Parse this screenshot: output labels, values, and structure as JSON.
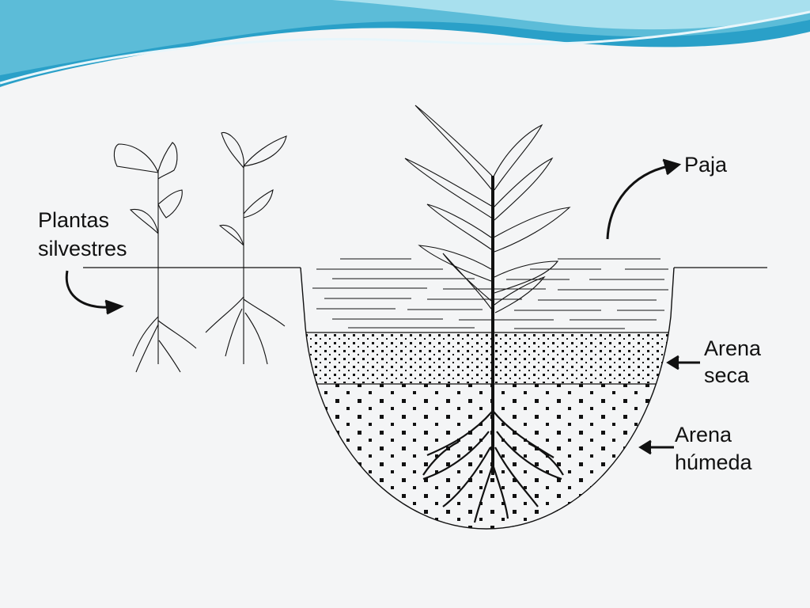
{
  "labels": {
    "plantas_line1": "Plantas",
    "plantas_line2": "silvestres",
    "paja": "Paja",
    "arena_seca_line1": "Arena",
    "arena_seca_line2": "seca",
    "arena_humeda_line1": "Arena",
    "arena_humeda_line2": "húmeda"
  },
  "colors": {
    "background": "#f4f5f6",
    "wave_dark": "#2aa0c8",
    "wave_light": "#8ad4e6",
    "ink": "#111111"
  }
}
